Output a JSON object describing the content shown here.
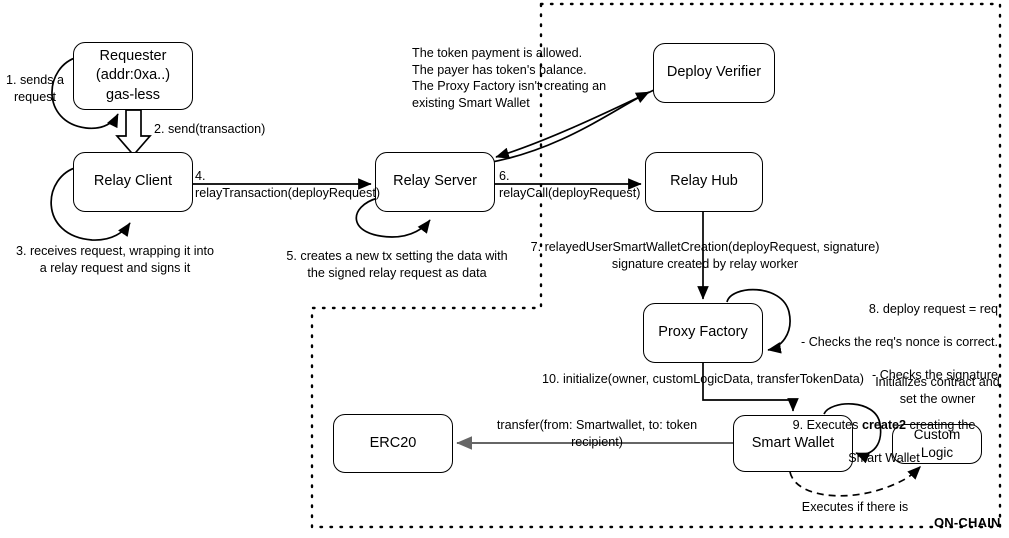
{
  "diagram": {
    "title_tag": "ON-CHAIN",
    "nodes": [
      {
        "id": "requester",
        "label": "Requester\n(addr:0xa..)\ngas-less"
      },
      {
        "id": "relay-client",
        "label": "Relay Client"
      },
      {
        "id": "relay-server",
        "label": "Relay Server"
      },
      {
        "id": "relay-hub",
        "label": "Relay Hub"
      },
      {
        "id": "deploy-verifier",
        "label": "Deploy Verifier"
      },
      {
        "id": "proxy-factory",
        "label": "Proxy Factory"
      },
      {
        "id": "smart-wallet",
        "label": "Smart Wallet"
      },
      {
        "id": "custom-logic",
        "label": "Custom Logic"
      },
      {
        "id": "erc20",
        "label": "ERC20"
      }
    ],
    "edge_labels": {
      "step1": "1. sends a\nrequest",
      "step2": "2. send(transaction)",
      "step3": "3. receives request, wrapping it into\na relay request and signs it",
      "step4": "4. relayTransaction(deployRequest)",
      "step5": "5. creates a new tx setting the data with\nthe signed relay request as data",
      "step6": "6. relayCall(deployRequest)",
      "step7": "7. relayedUserSmartWalletCreation(deployRequest, signature)\nsignature created by relay worker",
      "verifier_note": "The token payment is allowed.\nThe payer has token's balance.\nThe Proxy Factory isn't creating an\nexisting Smart Wallet",
      "step8_line1": "8. deploy request = req",
      "step8_line2": "- Checks the req's nonce is correct.",
      "step8_line3": "- Checks the signature",
      "step9_pre": "9. Executes ",
      "step9_bold": "create2",
      "step9_post": " creating the",
      "step9_line2": "Smart Wallet",
      "step10": "10. initialize(owner, customLogicData, transferTokenData)",
      "transfer": "transfer(from: Smartwallet, to: token recipient)",
      "initializes_note": "Initializes contract and\nset the owner",
      "executes_note": "Executes if there is"
    },
    "colors": {
      "stroke": "#000000",
      "background": "#ffffff",
      "gray_arrow": "#666666",
      "dotted_region": "#000000"
    }
  }
}
